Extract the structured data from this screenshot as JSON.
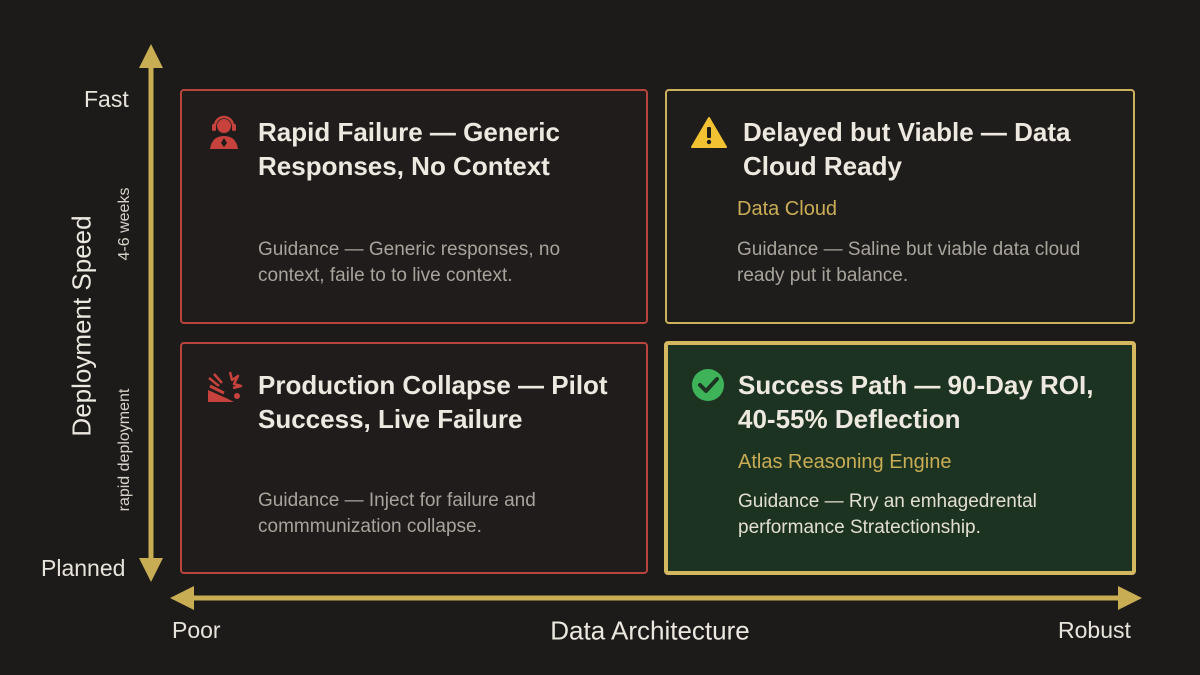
{
  "axes": {
    "y_title": "Deployment Speed",
    "y_top": "Fast",
    "y_bottom": "Planned",
    "y_sub_upper": "4-6 weeks",
    "y_sub_lower": "rapid deployment",
    "x_title": "Data Architecture",
    "x_left": "Poor",
    "x_right": "Robust",
    "axis_color": "#c9ad55"
  },
  "quadrants": {
    "top_left": {
      "icon": "support-agent-icon",
      "title": "Rapid Failure — Generic Responses, No Context",
      "guidance": "Guidance — Generic responses, no context, faile to to live context.",
      "border_color": "#b8443e"
    },
    "top_right": {
      "icon": "warning-icon",
      "title": "Delayed but Viable — Data Cloud Ready",
      "subtitle": "Data Cloud",
      "guidance": "Guidance — Saline but viable data cloud ready put it balance.",
      "border_color": "#cdb05a"
    },
    "bottom_left": {
      "icon": "collapse-icon",
      "title": "Production Collapse — Pilot Success, Live Failure",
      "guidance": "Guidance — Inject for failure and commmunization collapse.",
      "border_color": "#b8443e"
    },
    "bottom_right": {
      "icon": "check-circle-icon",
      "title": "Success Path — 90-Day ROI, 40-55% Deflection",
      "subtitle": "Atlas Reasoning Engine",
      "guidance": "Guidance — Rry an emhagedrental performance Stratectionship.",
      "border_color": "#d3b860",
      "background": "#1d3321"
    }
  }
}
